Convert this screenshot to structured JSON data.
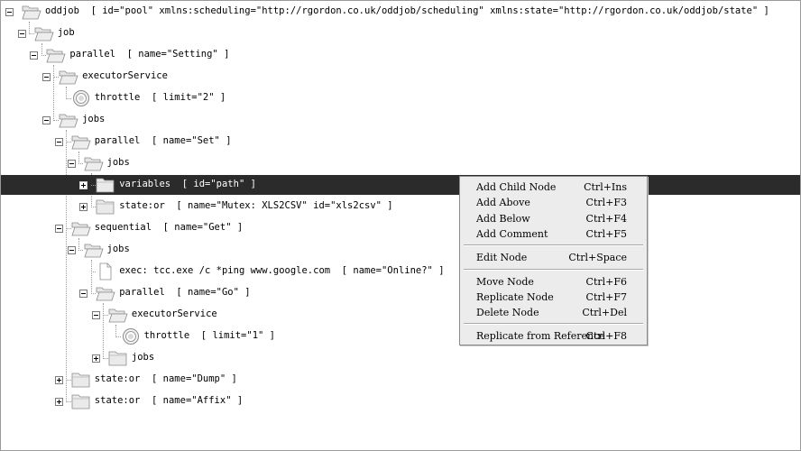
{
  "tree": [
    {
      "level": 0,
      "toggle": "minus",
      "icon": "folder-open",
      "label": "oddjob  [ id=\"pool\" xmlns:scheduling=\"http://rgordon.co.uk/oddjob/scheduling\" xmlns:state=\"http://rgordon.co.uk/oddjob/state\" ]"
    },
    {
      "level": 1,
      "toggle": "minus",
      "icon": "folder-open",
      "label": "job"
    },
    {
      "level": 2,
      "toggle": "minus",
      "icon": "folder-open",
      "label": "parallel  [ name=\"Setting\" ]"
    },
    {
      "level": 3,
      "toggle": "minus",
      "icon": "folder-open",
      "label": "executorService"
    },
    {
      "level": 4,
      "toggle": "none",
      "icon": "throttle",
      "label": "throttle  [ limit=\"2\" ]"
    },
    {
      "level": 3,
      "toggle": "minus",
      "icon": "folder-open",
      "label": "jobs"
    },
    {
      "level": 4,
      "toggle": "minus",
      "icon": "folder-open",
      "label": "parallel  [ name=\"Set\" ]"
    },
    {
      "level": 5,
      "toggle": "minus",
      "icon": "folder-open",
      "label": "jobs"
    },
    {
      "level": 6,
      "toggle": "plus",
      "icon": "folder-closed",
      "label": "variables  [ id=\"path\" ]",
      "selected": true
    },
    {
      "level": 6,
      "toggle": "plus",
      "icon": "folder-closed",
      "label": "state:or  [ name=\"Mutex: XLS2CSV\" id=\"xls2csv\" ]"
    },
    {
      "level": 4,
      "toggle": "minus",
      "icon": "folder-open",
      "label": "sequential  [ name=\"Get\" ]"
    },
    {
      "level": 5,
      "toggle": "minus",
      "icon": "folder-open",
      "label": "jobs"
    },
    {
      "level": 6,
      "toggle": "none",
      "icon": "file",
      "label": "exec: tcc.exe /c *ping www.google.com  [ name=\"Online?\" ]"
    },
    {
      "level": 6,
      "toggle": "minus",
      "icon": "folder-open",
      "label": "parallel  [ name=\"Go\" ]"
    },
    {
      "level": 7,
      "toggle": "minus",
      "icon": "folder-open",
      "label": "executorService"
    },
    {
      "level": 8,
      "toggle": "none",
      "icon": "throttle",
      "label": "throttle  [ limit=\"1\" ]"
    },
    {
      "level": 7,
      "toggle": "plus",
      "icon": "folder-closed",
      "label": "jobs"
    },
    {
      "level": 4,
      "toggle": "plus",
      "icon": "folder-closed",
      "label": "state:or  [ name=\"Dump\" ]"
    },
    {
      "level": 4,
      "toggle": "plus",
      "icon": "folder-closed",
      "label": "state:or  [ name=\"Affix\" ]"
    }
  ],
  "context_menu": {
    "groups": [
      [
        {
          "label": "Add Child Node",
          "shortcut": "Ctrl+Ins"
        },
        {
          "label": "Add Above",
          "shortcut": "Ctrl+F3"
        },
        {
          "label": "Add Below",
          "shortcut": "Ctrl+F4"
        },
        {
          "label": "Add Comment",
          "shortcut": "Ctrl+F5"
        }
      ],
      [
        {
          "label": "Edit Node",
          "shortcut": "Ctrl+Space"
        }
      ],
      [
        {
          "label": "Move Node",
          "shortcut": "Ctrl+F6"
        },
        {
          "label": "Replicate Node",
          "shortcut": "Ctrl+F7"
        },
        {
          "label": "Delete Node",
          "shortcut": "Ctrl+Del"
        }
      ],
      [
        {
          "label": "Replicate from Reference",
          "shortcut": "Ctrl+F8"
        }
      ]
    ]
  },
  "colors": {
    "selection": "#2b2b2b",
    "menu_bg": "#ececec",
    "guide": "#9a9a9a"
  }
}
